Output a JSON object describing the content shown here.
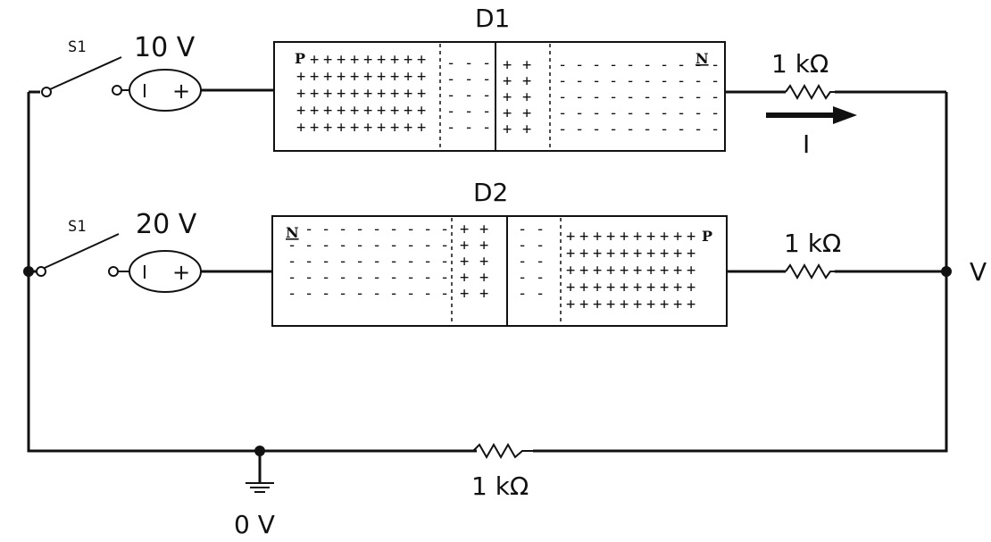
{
  "diodes": {
    "d1": {
      "label": "D1",
      "p_label": "P",
      "n_label": "N"
    },
    "d2": {
      "label": "D2",
      "p_label": "P",
      "n_label": "N"
    }
  },
  "switches": {
    "s1_top": "S1",
    "s1_bottom": "S1"
  },
  "sources": {
    "top": {
      "label": "10 V",
      "minus": "I",
      "plus": "+"
    },
    "bottom": {
      "label": "20 V",
      "minus": "I",
      "plus": "+"
    }
  },
  "resistors": {
    "top": "1 kΩ",
    "middle": "1 kΩ",
    "bottom": "1 kΩ"
  },
  "current_label": "I",
  "node_label": "V",
  "ground_label": "0 V"
}
